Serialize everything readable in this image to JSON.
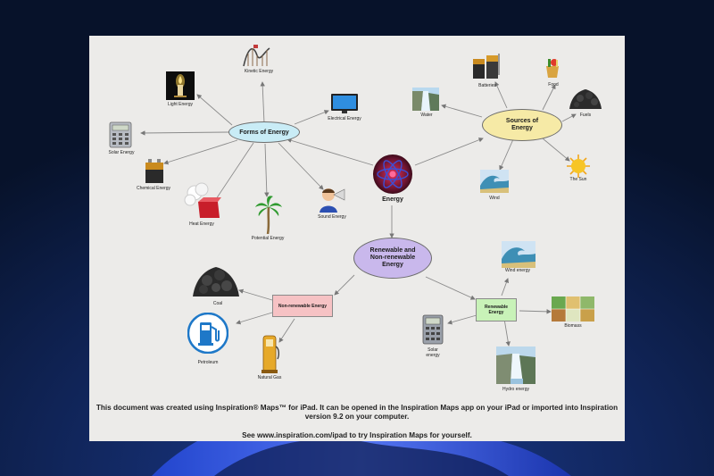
{
  "nodes": {
    "energy": "Energy",
    "forms": "Forms of Energy",
    "sources": "Sources of Energy",
    "renewable_nonrenewable": "Renewable and Non-renewable Energy",
    "non_renewable": "Non-renewable Energy",
    "renewable": "Renewable Energy"
  },
  "forms_items": {
    "kinetic": "Kinetic Energy",
    "light": "Light Energy",
    "electrical": "Electrical Energy",
    "solar": "Solar Energy",
    "chemical": "Chemical Energy",
    "heat": "Heat Energy",
    "potential": "Potential Energy",
    "sound": "Sound Energy"
  },
  "sources_items": {
    "batteries": "Batteries",
    "food": "Food",
    "water": "Water",
    "fuels": "Fuels",
    "wind": "Wind",
    "sun": "The Sun"
  },
  "non_renewable_items": {
    "coal": "Coal",
    "petroleum": "Petroleum",
    "natural_gas": "Natural Gas"
  },
  "renewable_items": {
    "wind": "Wind energy",
    "solar": "Solar energy",
    "biomass": "Biomass",
    "hydro": "Hydro energy"
  },
  "footer": {
    "line1": "This document was created using Inspiration® Maps™ for iPad. It can be opened in the Inspiration Maps app on your iPad or imported into Inspiration version 9.2 on your computer.",
    "line2": "See www.inspiration.com/ipad to try Inspiration Maps for yourself."
  },
  "colors": {
    "forms": "#c9ecf6",
    "sources": "#f6eaa6",
    "renewable_nonrenewable": "#c9b8ec",
    "non_renewable": "#f6c2c4",
    "renewable": "#c8f2b8",
    "canvas": "#ecebe9"
  }
}
